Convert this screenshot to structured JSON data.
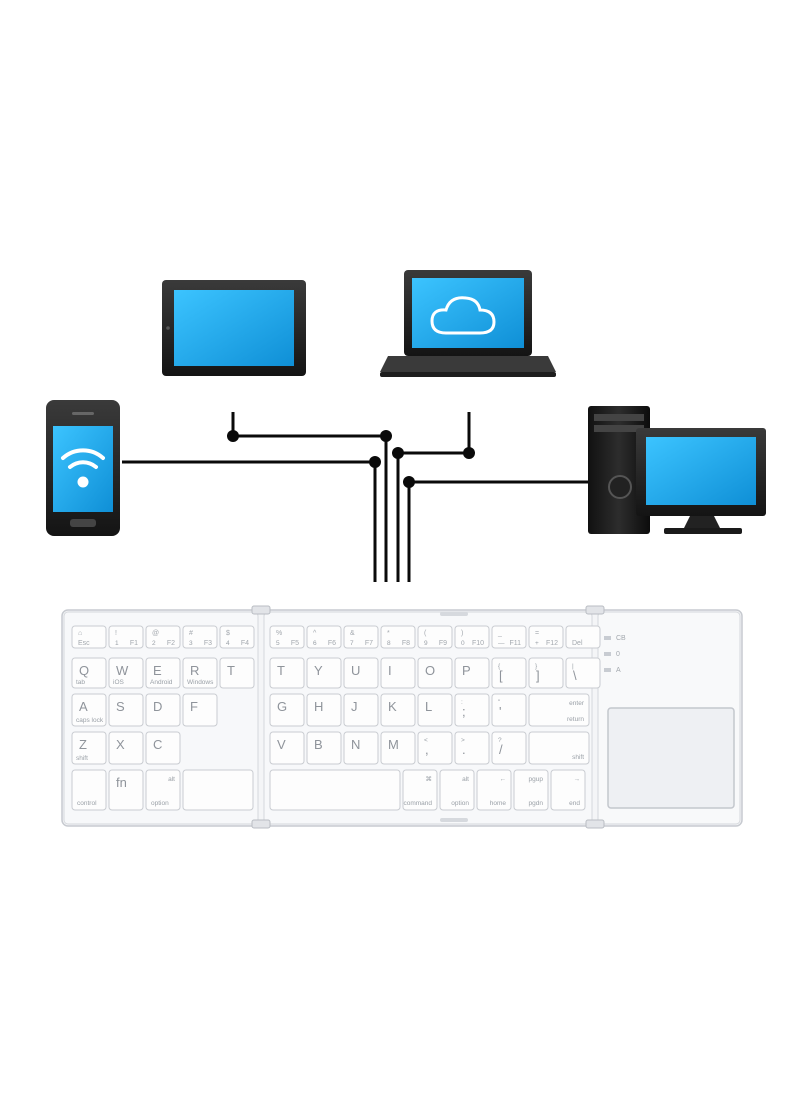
{
  "diagram": {
    "devices": [
      {
        "id": "tablet",
        "icon": "tablet-icon"
      },
      {
        "id": "laptop",
        "icon": "laptop-cloud-icon"
      },
      {
        "id": "phone",
        "icon": "smartphone-wifi-icon"
      },
      {
        "id": "desktop",
        "icon": "desktop-computer-icon"
      }
    ],
    "connector_color": "#0a0a0a",
    "screen_color": "#1aa7ec"
  },
  "keyboard": {
    "rows": [
      [
        {
          "l": "Esc",
          "t": "⌂ ",
          "s": "",
          "f": "",
          "w": 34
        },
        {
          "l": "1",
          "t": "!",
          "s": "",
          "f": "F1",
          "w": 34
        },
        {
          "l": "2",
          "t": "@",
          "s": "",
          "f": "F2",
          "w": 34
        },
        {
          "l": "3",
          "t": "#",
          "s": "",
          "f": "F3",
          "w": 34
        },
        {
          "l": "4",
          "t": "$",
          "s": "",
          "f": "F4",
          "w": 34
        },
        {
          "gap": true
        },
        {
          "l": "5",
          "t": "%",
          "s": "",
          "f": "F5",
          "w": 34
        },
        {
          "l": "6",
          "t": "^",
          "s": "",
          "f": "F6",
          "w": 34
        },
        {
          "l": "7",
          "t": "&",
          "s": "",
          "f": "F7",
          "w": 34
        },
        {
          "l": "8",
          "t": "*",
          "s": "",
          "f": "F8",
          "w": 34
        },
        {
          "l": "9",
          "t": "(",
          "s": "",
          "f": "F9",
          "w": 34
        },
        {
          "l": "0",
          "t": ")",
          "s": "",
          "f": "F10",
          "w": 34
        },
        {
          "l": "—",
          "t": "_",
          "s": "",
          "f": "F11",
          "w": 34
        },
        {
          "l": "+",
          "t": "=",
          "s": "",
          "f": "F12",
          "w": 34
        },
        {
          "l": "Del",
          "t": "",
          "s": "",
          "f": "",
          "w": 34
        }
      ],
      [
        {
          "l": "Q",
          "t": "",
          "s": "tab",
          "f": "",
          "w": 34
        },
        {
          "l": "W",
          "t": "",
          "s": "iOS",
          "f": "",
          "w": 34
        },
        {
          "l": "E",
          "t": "",
          "s": "Android",
          "f": "",
          "w": 34
        },
        {
          "l": "R",
          "t": "",
          "s": "Windows",
          "f": "",
          "w": 34
        },
        {
          "l": "T",
          "t": "",
          "s": "",
          "f": "",
          "w": 34
        },
        {
          "gap": true
        },
        {
          "l": "T",
          "t": "",
          "s": "",
          "f": "",
          "w": 34
        },
        {
          "l": "Y",
          "t": "",
          "s": "",
          "f": "",
          "w": 34
        },
        {
          "l": "U",
          "t": "",
          "s": "",
          "f": "",
          "w": 34
        },
        {
          "l": "I",
          "t": "",
          "s": "",
          "f": "",
          "w": 34
        },
        {
          "l": "O",
          "t": "",
          "s": "",
          "f": "",
          "w": 34
        },
        {
          "l": "P",
          "t": "",
          "s": "",
          "f": "",
          "w": 34
        },
        {
          "l": "[",
          "t": "{",
          "s": "",
          "f": "",
          "w": 34
        },
        {
          "l": "]",
          "t": "}",
          "s": "",
          "f": "",
          "w": 34
        },
        {
          "l": "\\",
          "t": "|",
          "s": "",
          "f": "",
          "w": 34
        }
      ],
      [
        {
          "l": "A",
          "t": "",
          "s": "caps lock",
          "f": "",
          "w": 34
        },
        {
          "l": "S",
          "t": "",
          "s": "",
          "f": "",
          "w": 34
        },
        {
          "l": "D",
          "t": "",
          "s": "",
          "f": "",
          "w": 34
        },
        {
          "l": "F",
          "t": "",
          "s": "",
          "f": "",
          "w": 34
        },
        {
          "gap": true
        },
        {
          "l": "G",
          "t": "",
          "s": "",
          "f": "",
          "w": 34
        },
        {
          "l": "H",
          "t": "",
          "s": "",
          "f": "",
          "w": 34
        },
        {
          "l": "J",
          "t": "",
          "s": "",
          "f": "",
          "w": 34
        },
        {
          "l": "K",
          "t": "",
          "s": "",
          "f": "",
          "w": 34
        },
        {
          "l": "L",
          "t": "",
          "s": "",
          "f": "",
          "w": 34
        },
        {
          "l": ";",
          "t": ":",
          "s": "",
          "f": "",
          "w": 34
        },
        {
          "l": "'",
          "t": "\"",
          "s": "",
          "f": "",
          "w": 34
        },
        {
          "l": "return",
          "t": "enter",
          "s": "",
          "f": "",
          "w": 60
        }
      ],
      [
        {
          "l": "Z",
          "t": "",
          "s": "shift",
          "f": "",
          "w": 34
        },
        {
          "l": "X",
          "t": "",
          "s": "",
          "f": "",
          "w": 34
        },
        {
          "l": "C",
          "t": "",
          "s": "",
          "f": "",
          "w": 34
        },
        {
          "gap": true
        },
        {
          "l": "V",
          "t": "",
          "s": "",
          "f": "",
          "w": 34
        },
        {
          "l": "B",
          "t": "",
          "s": "",
          "f": "",
          "w": 34
        },
        {
          "l": "N",
          "t": "",
          "s": "",
          "f": "",
          "w": 34
        },
        {
          "l": "M",
          "t": "",
          "s": "",
          "f": "",
          "w": 34
        },
        {
          "l": ",",
          "t": "<",
          "s": "",
          "f": "",
          "w": 34
        },
        {
          "l": ".",
          "t": ">",
          "s": "",
          "f": "",
          "w": 34
        },
        {
          "l": "/",
          "t": "?",
          "s": "",
          "f": "",
          "w": 34
        },
        {
          "l": "shift",
          "t": "",
          "s": "",
          "f": "",
          "w": 60
        }
      ],
      [
        {
          "l": "control",
          "t": "",
          "s": "",
          "f": "",
          "w": 34
        },
        {
          "l": "fn",
          "t": "",
          "s": "",
          "f": "",
          "w": 34
        },
        {
          "l": "option",
          "t": "alt",
          "s": "",
          "f": "",
          "w": 34
        },
        {
          "l": "",
          "t": "",
          "s": "",
          "f": "",
          "w": 70
        },
        {
          "gap": true
        },
        {
          "l": "",
          "t": "",
          "s": "",
          "f": "",
          "w": 130
        },
        {
          "l": "command",
          "t": "⌘",
          "s": "",
          "f": "",
          "w": 34
        },
        {
          "l": "option",
          "t": "alt",
          "s": "",
          "f": "",
          "w": 34
        },
        {
          "l": "home",
          "t": "←",
          "s": "",
          "f": "",
          "w": 34
        },
        {
          "l": "pgdn",
          "t": "pgup",
          "s": "",
          "f": "",
          "w": 34
        },
        {
          "l": "end",
          "t": "→",
          "s": "",
          "f": "",
          "w": 34
        }
      ]
    ],
    "indicators": [
      "CB",
      "0",
      "A"
    ]
  }
}
